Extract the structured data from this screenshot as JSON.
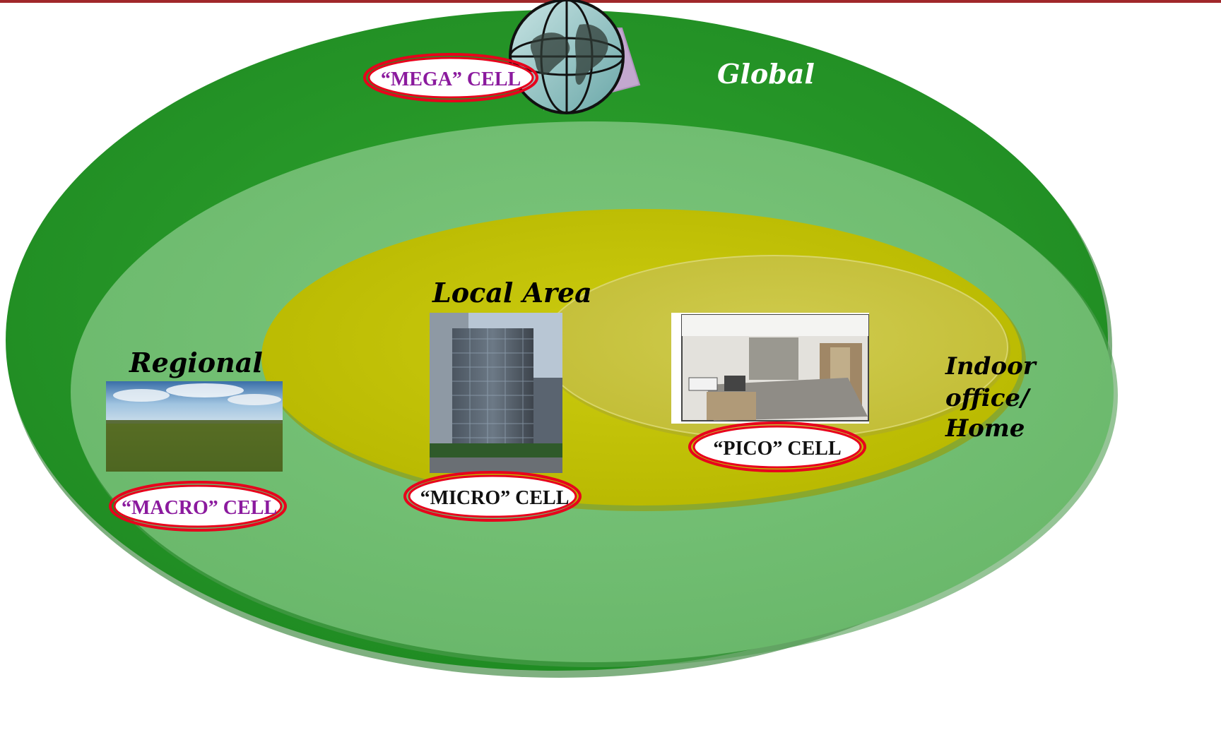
{
  "colors": {
    "outer_ring": "#2a9a2a",
    "regional_zone": "#74c174",
    "local_zone": "#c4c400",
    "indoor_zone": "#c8c440",
    "badge_border": "#e8001c",
    "mega_text": "#8b1a9e",
    "macro_text": "#8b1a9e",
    "micro_text": "#111111",
    "pico_text": "#111111",
    "top_rule": "#a0282a"
  },
  "zones": {
    "global": {
      "label": "Global",
      "icon": "globe-icon"
    },
    "regional": {
      "label": "Regional",
      "icon": "field-photo"
    },
    "local": {
      "label": "Local Area",
      "icon": "office-tower-photo"
    },
    "indoor": {
      "label_lines": [
        "Indoor",
        "office/",
        "Home"
      ],
      "icon": "office-interior-photo"
    }
  },
  "cells": {
    "mega": {
      "label": "“MEGA” CELL"
    },
    "macro": {
      "label": "“MACRO” CELL"
    },
    "micro": {
      "label": "“MICRO” CELL"
    },
    "pico": {
      "label": "“PICO” CELL"
    }
  }
}
